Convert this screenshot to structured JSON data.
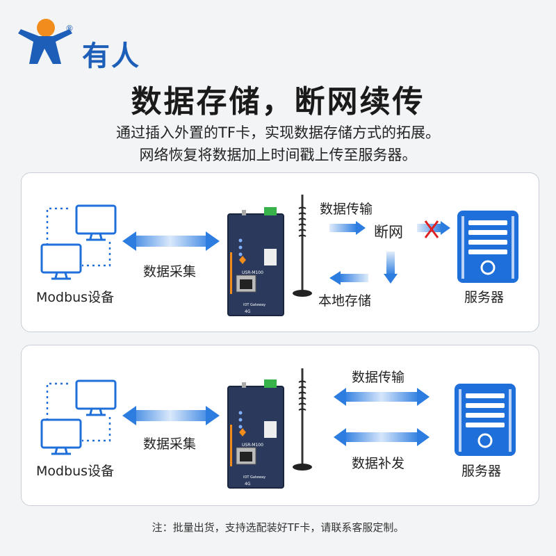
{
  "brand": {
    "name": "有人",
    "registered": "®"
  },
  "headline": "数据存储，断网续传",
  "subtitle": [
    "通过插入外置的TF卡，实现数据存储方式的拓展。",
    "网络恢复将数据加上时间戳上传至服务器。"
  ],
  "panel1": {
    "device_label": "Modbus设备",
    "collect_label": "数据采集",
    "transmit_label": "数据传输",
    "offline_label": "断网",
    "local_store_label": "本地存储",
    "server_label": "服务器",
    "gateway_model": "USR-M100",
    "gateway_tag": "IOT Gateway",
    "gateway_net": "4G"
  },
  "panel2": {
    "device_label": "Modbus设备",
    "collect_label": "数据采集",
    "transmit_label": "数据传输",
    "resend_label": "数据补发",
    "server_label": "服务器",
    "gateway_model": "USR-M100",
    "gateway_tag": "IOT Gateway",
    "gateway_net": "4G"
  },
  "footnote": "注：批量出货，支持选配装好TF卡，请联系客服定制。",
  "colors": {
    "brand_blue": "#1d5fb8",
    "accent_orange": "#f28c1c",
    "error_red": "#e02020",
    "arrow_blue": "#2d7de0"
  }
}
